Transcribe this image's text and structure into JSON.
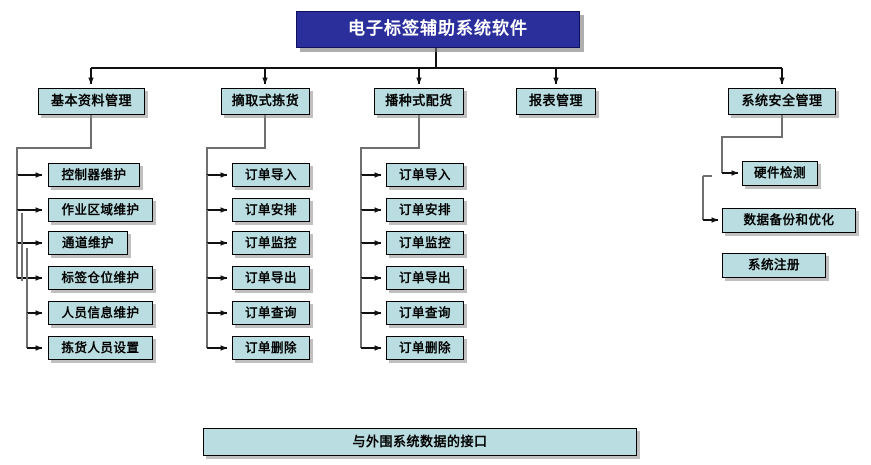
{
  "diagram": {
    "title": "电子标签辅助系统软件",
    "bottom_interface": "与外围系统数据的接口",
    "modules": [
      {
        "label": "基本资料管理"
      },
      {
        "label": "摘取式拣货"
      },
      {
        "label": "播种式配货"
      },
      {
        "label": "报表管理"
      },
      {
        "label": "系统安全管理"
      }
    ],
    "column1_items": [
      {
        "label": "控制器维护"
      },
      {
        "label": "作业区域维护"
      },
      {
        "label": "通道维护"
      },
      {
        "label": "标签仓位维护"
      },
      {
        "label": "人员信息维护"
      },
      {
        "label": "拣货人员设置"
      }
    ],
    "column2_items": [
      {
        "label": "订单导入"
      },
      {
        "label": "订单安排"
      },
      {
        "label": "订单监控"
      },
      {
        "label": "订单导出"
      },
      {
        "label": "订单查询"
      },
      {
        "label": "订单删除"
      }
    ],
    "column3_items": [
      {
        "label": "订单导入"
      },
      {
        "label": "订单安排"
      },
      {
        "label": "订单监控"
      },
      {
        "label": "订单导出"
      },
      {
        "label": "订单查询"
      },
      {
        "label": "订单删除"
      }
    ],
    "column5_items": [
      {
        "label": "硬件检测"
      },
      {
        "label": "数据备份和优化"
      },
      {
        "label": "系统注册"
      }
    ],
    "colors": {
      "title_fill": "#2b2f9c",
      "title_text": "#ffffff",
      "node_fill": "#b9dde0",
      "node_border": "#000000",
      "connector": "#7a7a7a",
      "connector_dark": "#000000"
    }
  }
}
